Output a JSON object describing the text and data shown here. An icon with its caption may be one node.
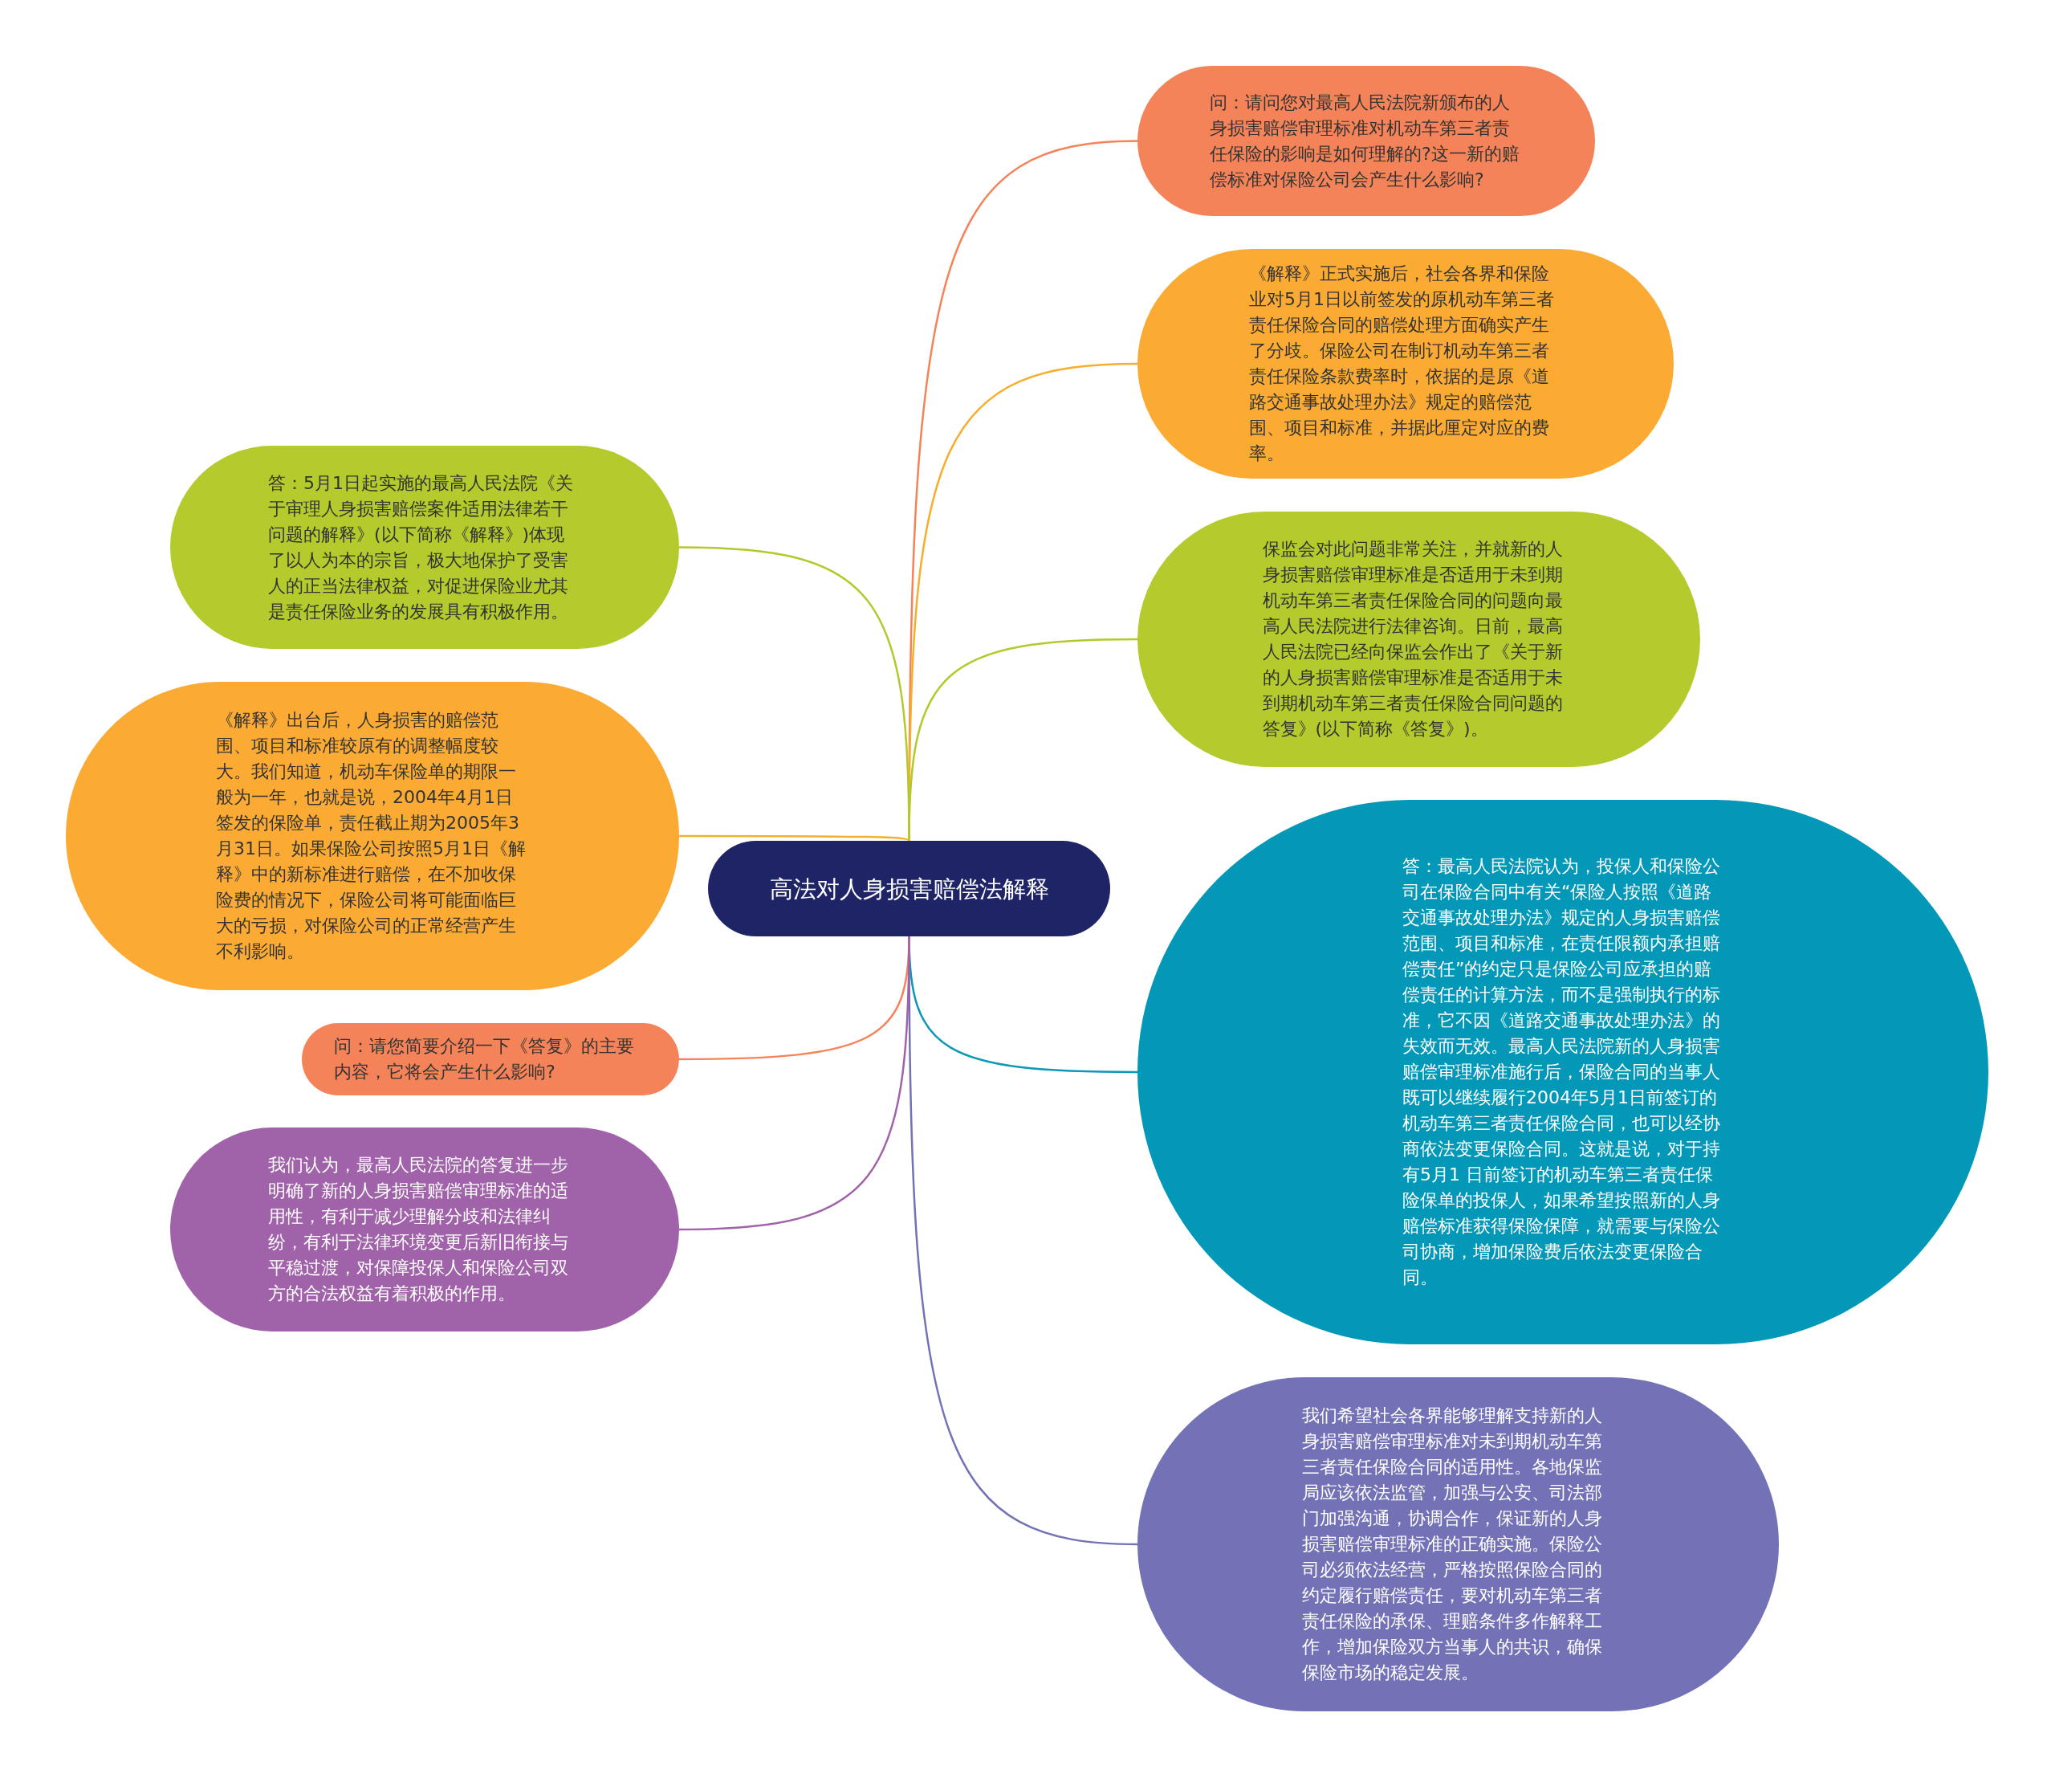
{
  "diagram": {
    "nodes": [
      {
        "text": [
          "高法对人身损害赔偿法解释"
        ]
      },
      {
        "text": [
          "问：请问您对最高人民法院新颁布的人身损害赔偿审理标准对机动车第三者责任保险的影响是如何理解的?这一新的赔偿标准对保险公司会产生什么影响?"
        ]
      },
      {
        "text": [
          "《解释》正式实施后，社会各界和保险业对5月1日以前签发的原机动车第三者责任保险合同的赔偿处理方面确实产生了分歧。保险公司在制订机动车第三者责任保险条款费率时，依据的是原《道路交通事故处理办法》规定的赔偿范围、项目和标准，并据此厘定对应的费率。"
        ]
      },
      {
        "text": [
          "保监会对此问题非常关注，并就新的人身损害赔偿审理标准是否适用于未到期机动车第三者责任保险合同的问题向最高人民法院进行法律咨询。日前，最高人民法院已经向保监会作出了《关于新的人身损害赔偿审理标准是否适用于未到期机动车第三者责任保险合同问题的答复》(以下简称《答复》)。"
        ]
      },
      {
        "text": [
          "答：最高人民法院认为，投保人和保险公司在保险合同中有关“保险人按照《道路交通事故处理办法》规定的人身损害赔偿范围、项目和标准，在责任限额内承担赔偿责任”的约定只是保险公司应承担的赔偿责任的计算方法，而不是强制执行的标准，它不因《道路交通事故处理办法》的失效而无效。最高人民法院新的人身损害赔偿审理标准施行后，保险合同的当事人既可以继续履行2004年5月1日前签订的机动车第三者责任保险合同，也可以经协商依法变更保险合同。这就是说，对于持有5月1 日前签订的机动车第三者责任保险保单的投保人，如果希望按照新的人身赔偿标准获得保险保障，就需要与保险公司协商，增加保险费后依法变更保险合同。"
        ]
      },
      {
        "text": [
          "我们希望社会各界能够理解支持新的人身损害赔偿审理标准对未到期机动车第三者责任保险合同的适用性。各地保监局应该依法监管，加强与公安、司法部门加强沟通，协调合作，保证新的人身损害赔偿审理标准的正确实施。保险公司必须依法经营，严格按照保险合同的约定履行赔偿责任，要对机动车第三者责任保险的承保、理赔条件多作解释工作，增加保险双方当事人的共识，确保保险市场的稳定发展。"
        ]
      },
      {
        "text": [
          "答：5月1日起实施的最高人民法院《关于审理人身损害赔偿案件适用法律若干问题的解释》(以下简称《解释》)体现了以人为本的宗旨，极大地保护了受害人的正当法律权益，对促进保险业尤其是责任保险业务的发展具有积极作用。"
        ]
      },
      {
        "text": [
          "《解释》出台后，人身损害的赔偿范围、项目和标准较原有的调整幅度较大。我们知道，机动车保险单的期限一般为一年，也就是说，2004年4月1日签发的保险单，责任截止期为2005年3月31日。如果保险公司按照5月1日《解释》中的新标准进行赔偿，在不加收保险费的情况下，保险公司将可能面临巨大的亏损，对保险公司的正常经营产生不利影响。"
        ]
      },
      {
        "text": [
          "问：请您简要介绍一下《答复》的主要内容，它将会产生什么影响?"
        ]
      },
      {
        "text": [
          "我们认为，最高人民法院的答复进一步明确了新的人身损害赔偿审理标准的适用性，有利于减少理解分歧和法律纠纷，有利于法律环境变更后新旧衔接与平稳过渡，对保障投保人和保险公司双方的合法权益有着积极的作用。"
        ]
      }
    ],
    "edges": [
      {
        "from": 0,
        "to": 1,
        "arrow": "none",
        "color": "#f58359"
      },
      {
        "from": 0,
        "to": 2,
        "arrow": "none",
        "color": "#f6ae2d"
      },
      {
        "from": 0,
        "to": 3,
        "arrow": "none",
        "color": "#b4c92c"
      },
      {
        "from": 0,
        "to": 4,
        "arrow": "none",
        "color": "#0d98b5"
      },
      {
        "from": 0,
        "to": 5,
        "arrow": "none",
        "color": "#7472b7"
      },
      {
        "from": 0,
        "to": 6,
        "arrow": "none",
        "color": "#b4c92c"
      },
      {
        "from": 0,
        "to": 7,
        "arrow": "none",
        "color": "#f6ae2d"
      },
      {
        "from": 0,
        "to": 8,
        "arrow": "none",
        "color": "#f58359"
      },
      {
        "from": 0,
        "to": 9,
        "arrow": "none",
        "color": "#a062a8"
      }
    ]
  }
}
